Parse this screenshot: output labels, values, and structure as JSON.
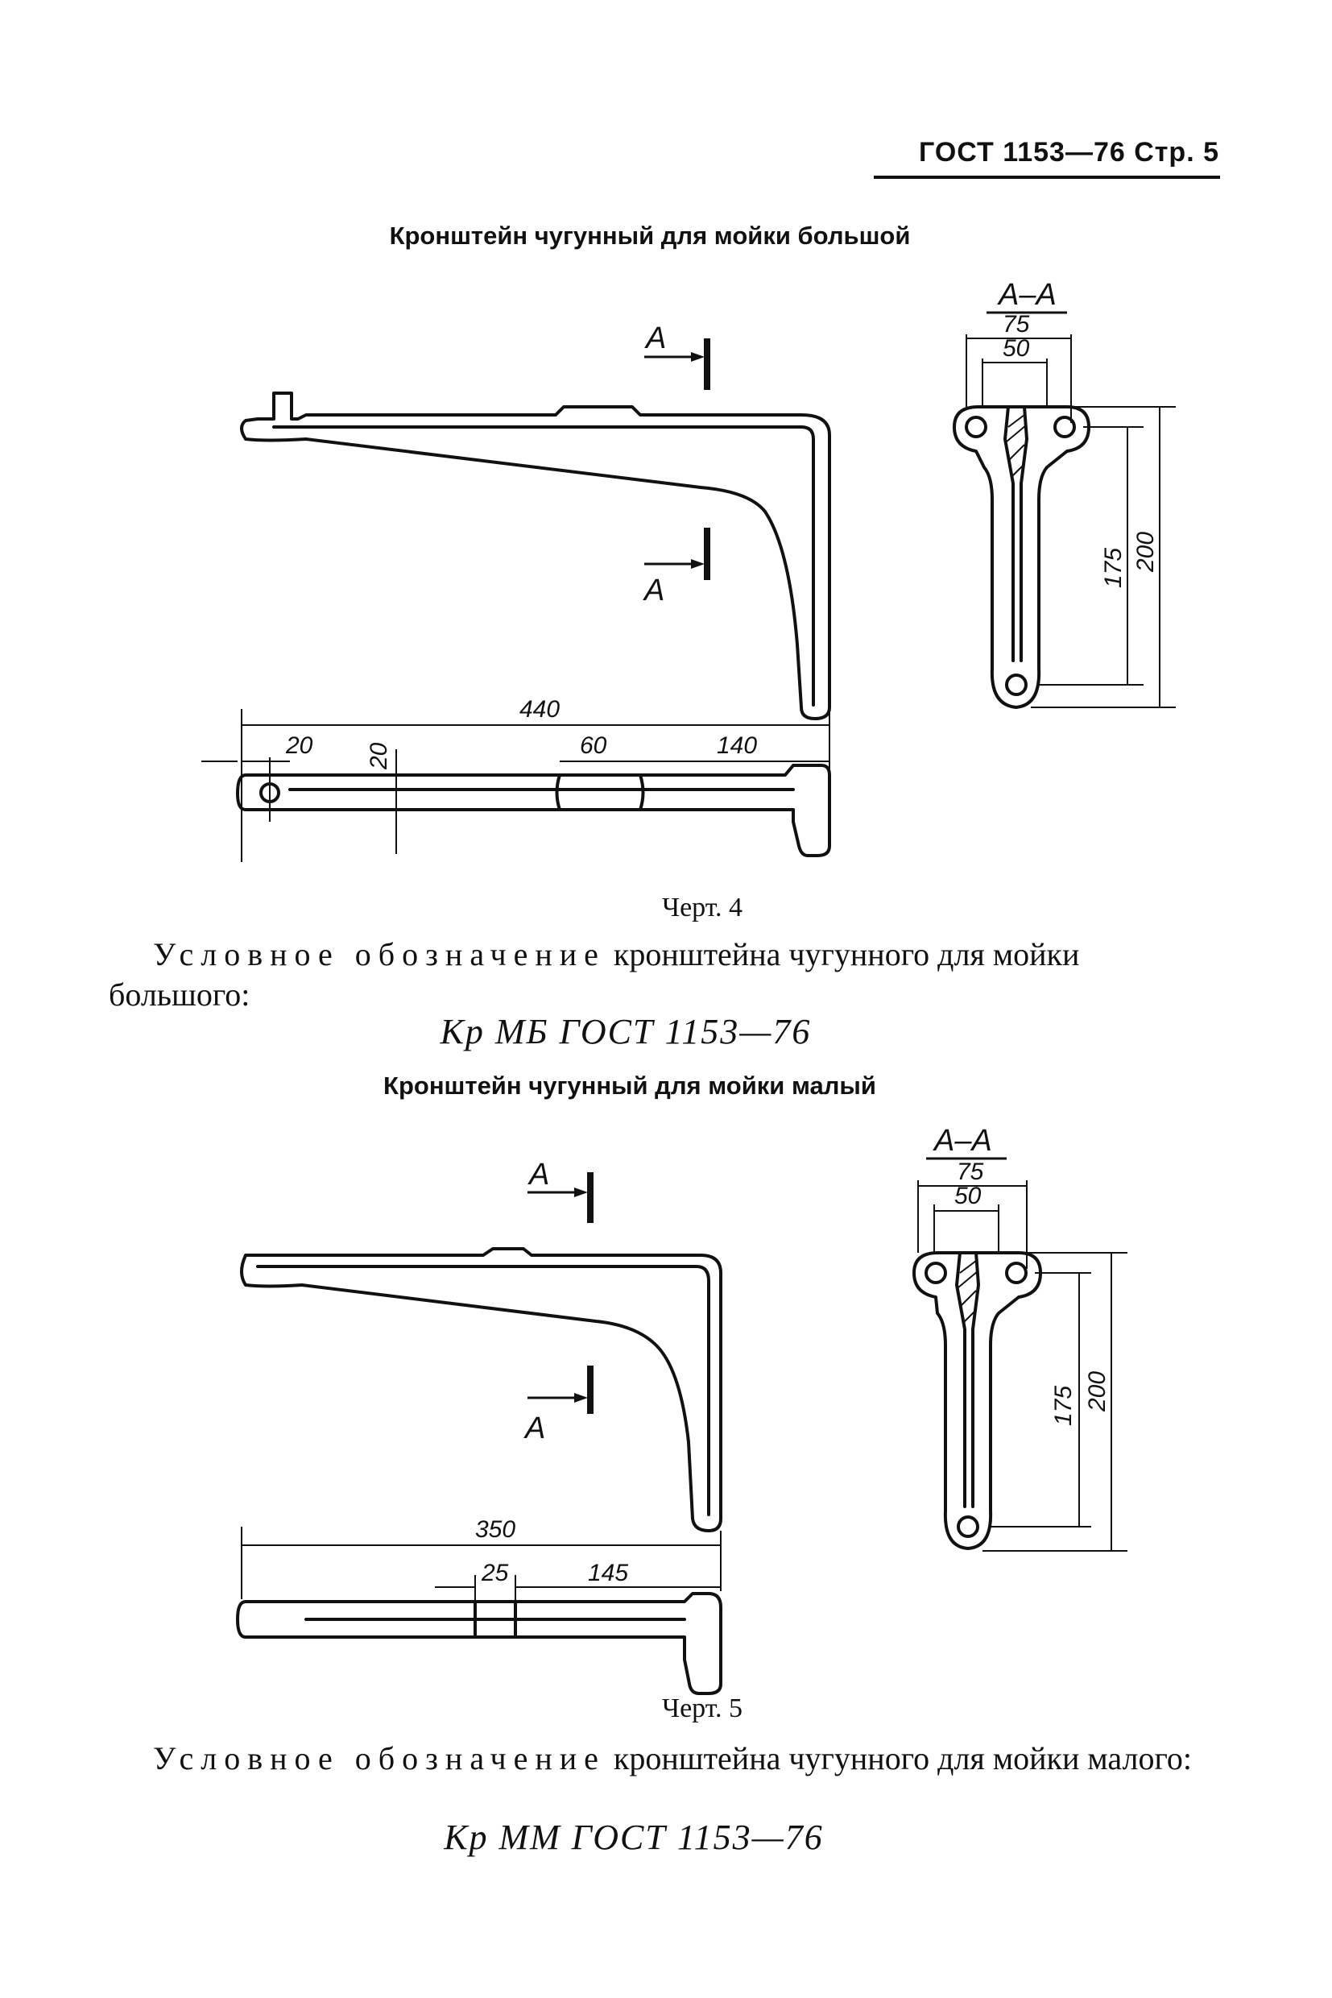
{
  "header": {
    "code": "ГОСТ 1153—76 Стр. 5"
  },
  "figure4": {
    "title": "Кронштейн чугунный для мойки большой",
    "section_labels": [
      "А",
      "А"
    ],
    "section_title": "А–А",
    "dims": {
      "overall": "440",
      "d20a": "20",
      "d20b": "20",
      "d60": "60",
      "d140": "140",
      "w75": "75",
      "w50": "50",
      "h175": "175",
      "h200": "200"
    },
    "caption": "Черт. 4",
    "para_lead": "Условное обозначение",
    "para_rest": "кронштейна чугунного для мойки большого:",
    "designation": "Кр МБ ГОСТ 1153—76"
  },
  "figure5": {
    "title": "Кронштейн чугунный для мойки малый",
    "section_labels": [
      "А",
      "А"
    ],
    "section_title": "А–А",
    "dims": {
      "overall": "350",
      "d25": "25",
      "d145": "145",
      "w75": "75",
      "w50": "50",
      "h175": "175",
      "h200": "200"
    },
    "caption": "Черт. 5",
    "para_lead": "Условное обозначение",
    "para_rest": "кронштейна чугунного для мойки малого:",
    "designation": "Кр ММ ГОСТ 1153—76"
  }
}
